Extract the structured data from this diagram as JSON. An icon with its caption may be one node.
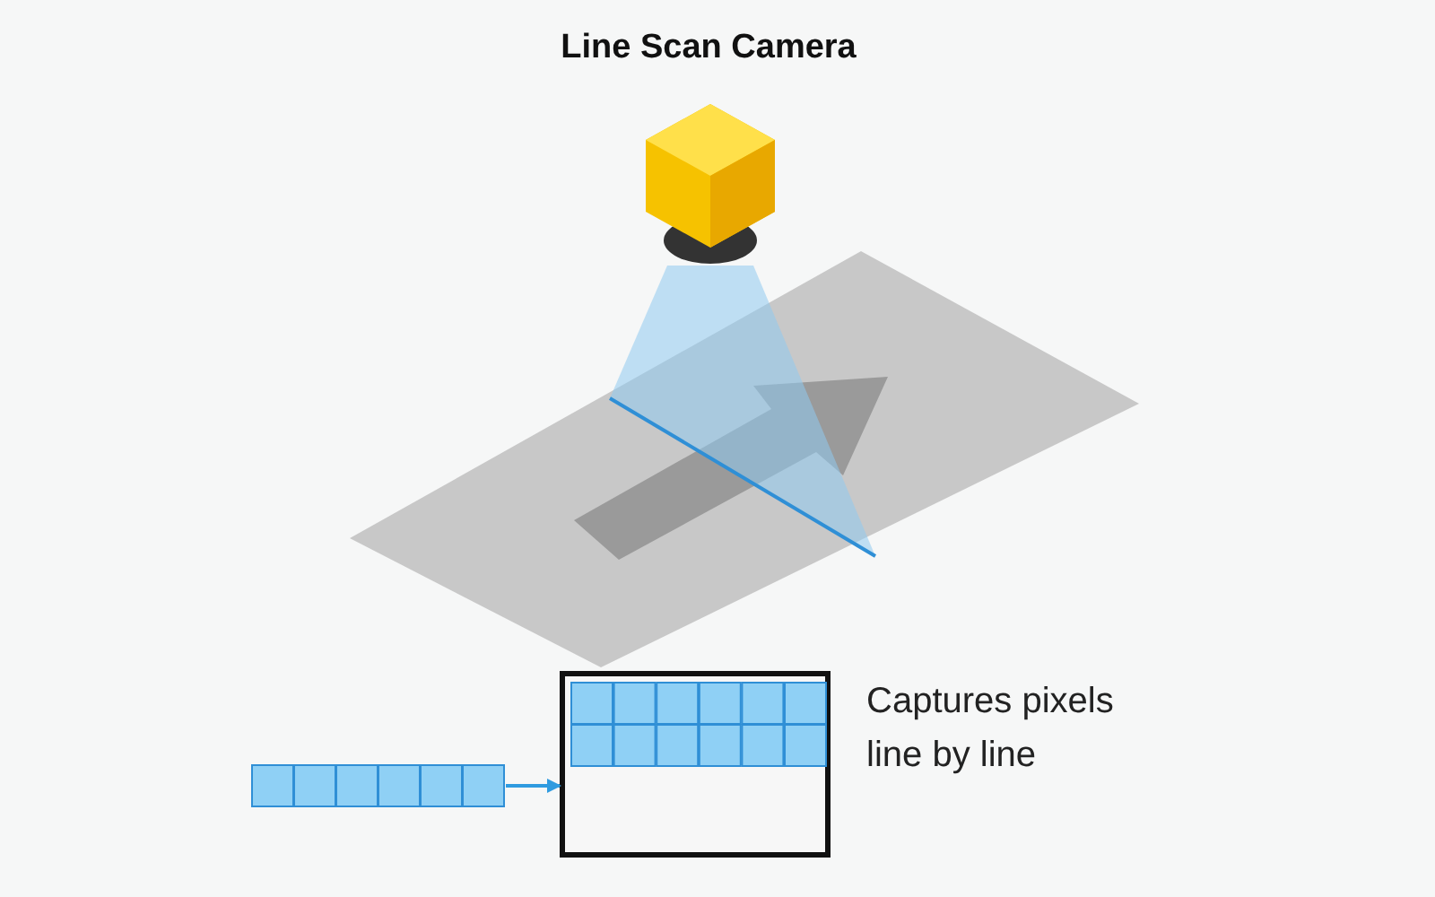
{
  "diagram": {
    "title": "Line Scan Camera",
    "nodes": [
      {
        "text": [],
        "shape": "bar"
      },
      {
        "text": [],
        "shape": "box"
      }
    ],
    "edges": [
      {
        "from": 0,
        "to": 1,
        "arrow": "to"
      }
    ],
    "labels": [
      "Captures pixels line by line"
    ]
  }
}
